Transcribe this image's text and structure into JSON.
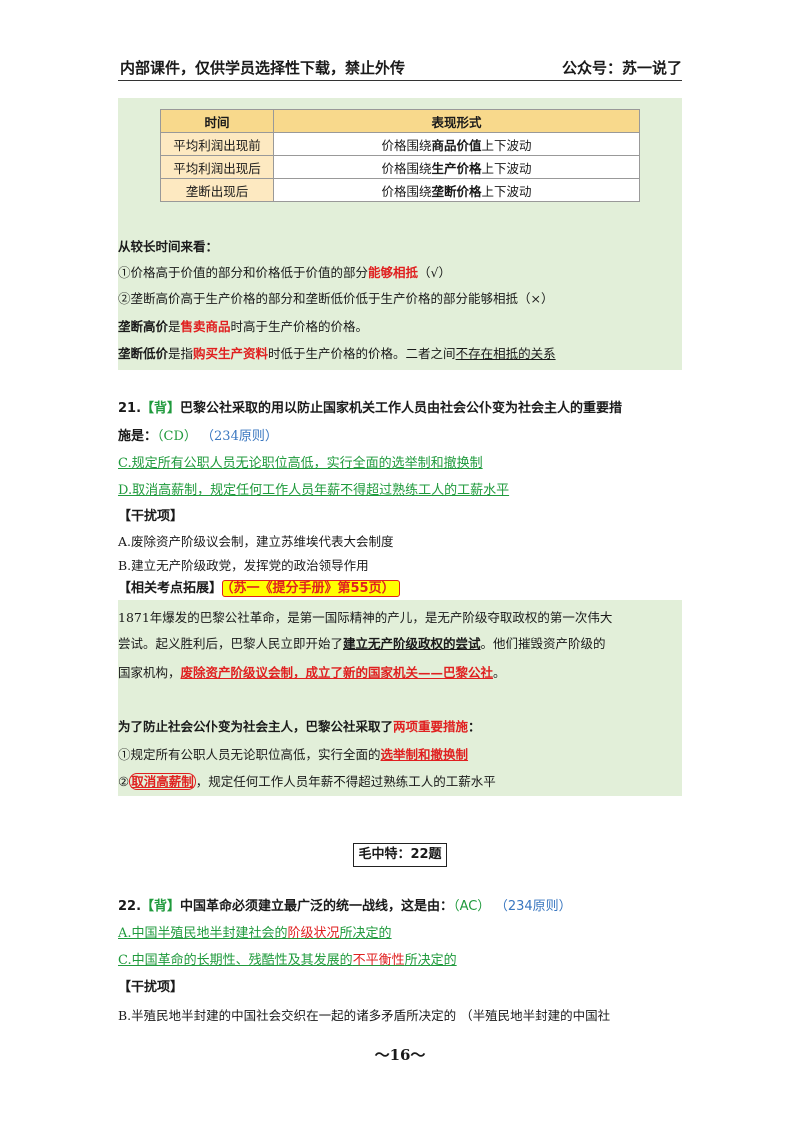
{
  "header": {
    "left": "内部课件，仅供学员选择性下载，禁止外传",
    "right": "公众号：苏一说了"
  },
  "table": {
    "headers": [
      "时间",
      "表现形式"
    ],
    "rows": [
      {
        "period": "平均利润出现前",
        "pre": "价格围绕",
        "bold": "商品价值",
        "post": "上下波动"
      },
      {
        "period": "平均利润出现后",
        "pre": "价格围绕",
        "bold": "生产价格",
        "post": "上下波动"
      },
      {
        "period": "垄断出现后",
        "pre": "价格围绕",
        "bold": "垄断价格",
        "post": "上下波动"
      }
    ]
  },
  "box1": {
    "heading": "从较长时间来看：",
    "l1_pre": "①价格高于价值的部分和价格低于价值的部分",
    "l1_red": "能够相抵",
    "l1_post": "（√）",
    "l2": "②垄断高价高于生产价格的部分和垄断低价低于生产价格的部分能够相抵（×）",
    "l3_b": "垄断高价",
    "l3_mid": "是",
    "l3_red": "售卖商品",
    "l3_post": "时高于生产价格的价格。",
    "l4_b": "垄断低价",
    "l4_mid": "是指",
    "l4_red": "购买生产资料",
    "l4_post": "时低于生产价格的价格。二者之间",
    "l4_u": "不存在相抵的关系"
  },
  "q21": {
    "num": "21.",
    "tag": "【背】",
    "text1": "巴黎公社采取的用以防止国家机关工作人员由社会公仆变为社会主人的重要措",
    "text2": "施是：",
    "answer": "（CD）",
    "rule": "（234原则）",
    "optC": "C.规定所有公职人员无论职位高低，实行全面的选举制和撤换制",
    "optD": "D.取消高薪制，规定任何工作人员年薪不得超过熟练工人的工薪水平",
    "distractor_title": "【干扰项】",
    "optA": "A.废除资产阶级议会制，建立苏维埃代表大会制度",
    "optB": "B.建立无产阶级政党，发挥党的政治领导作用",
    "ext_title": "【相关考点拓展】",
    "ext_ref": "（苏一《提分手册》第55页）"
  },
  "box2": {
    "p1a": "1871年爆发的巴黎公社革命，是第一国际精神的产儿，是无产阶级夺取政权的第一次伟大",
    "p1b_pre": "尝试。起义胜利后，巴黎人民立即开始了",
    "p1b_bu": "建立无产阶级政权的尝试",
    "p1b_post": "。他们摧毁资产阶级的",
    "p1c_pre": "国家机构，",
    "p1c_red": "废除资产阶级议会制，成立了新的国家机关——巴黎公社",
    "p1c_post": "。",
    "p2_b": "为了防止社会公仆变为社会主人，巴黎公社采取了",
    "p2_red": "两项重要措施",
    "p2_post": "：",
    "m1_pre": "①规定所有公职人员无论职位高低，实行全面的",
    "m1_red": "选举制和撤换制",
    "m2_num": "②",
    "m2_red": "取消高薪制",
    "m2_post": "，规定任何工作人员年薪不得超过熟练工人的工薪水平"
  },
  "section": {
    "title": "毛中特：22题"
  },
  "q22": {
    "num": "22.",
    "tag": "【背】",
    "text": "中国革命必须建立最广泛的统一战线，这是由：",
    "answer": "（AC）",
    "rule": "（234原则）",
    "optA_pre": "A.中国半殖民地半封建社会的",
    "optA_red": "阶级状况",
    "optA_post": "所决定的",
    "optC_pre": "C.中国革命的长期性、残酷性及其发展的",
    "optC_red": "不平衡性",
    "optC_post": "所决定的",
    "distractor_title": "【干扰项】",
    "optB": "B.半殖民地半封建的中国社会交织在一起的诸多矛盾所决定的  （半殖民地半封建的中国社"
  },
  "footer": {
    "page": "～16～"
  }
}
